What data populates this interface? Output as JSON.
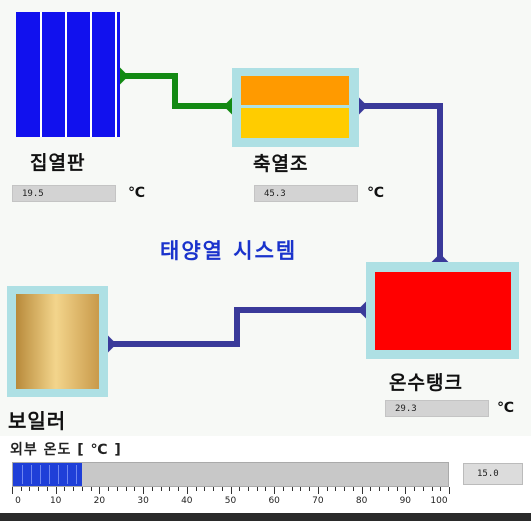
{
  "title": "태양열 시스템",
  "collector": {
    "label": "집열판",
    "value": "19.5",
    "unit": "℃"
  },
  "storage": {
    "label": "축열조",
    "value": "45.3",
    "unit": "℃"
  },
  "tank": {
    "label": "온수탱크",
    "value": "29.3",
    "unit": "℃"
  },
  "boiler": {
    "label": "보일러"
  },
  "outdoor": {
    "label": "외부 온도 [ ℃ ]",
    "value": "15.0",
    "bar_value": 15,
    "scale_min": 0,
    "scale_max": 100,
    "scale_labels": [
      "0",
      "10",
      "20",
      "30",
      "40",
      "50",
      "60",
      "70",
      "80",
      "90",
      "100"
    ]
  },
  "colors": {
    "collector": "#1111ee",
    "storage_top": "#ff9a00",
    "storage_bottom": "#ffcc00",
    "tank": "#ff0000",
    "pipe_collector": "#138a13",
    "pipe_hot": "#3a3a9a",
    "bar_fill": "#1f3fd8"
  }
}
